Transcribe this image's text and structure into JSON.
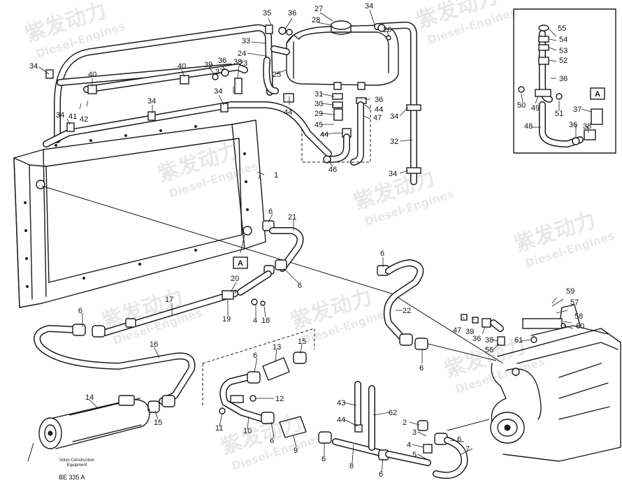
{
  "callouts": [
    "1",
    "2",
    "3",
    "4",
    "5",
    "6",
    "7",
    "8",
    "9",
    "10",
    "11",
    "12",
    "13",
    "14",
    "15",
    "16",
    "17",
    "18",
    "19",
    "20",
    "21",
    "22",
    "23",
    "24",
    "25",
    "26",
    "27",
    "28",
    "29",
    "30",
    "31",
    "32",
    "33",
    "34",
    "35",
    "36",
    "37",
    "38",
    "39",
    "40",
    "41",
    "42",
    "43",
    "44",
    "45",
    "46",
    "47",
    "48",
    "49",
    "50",
    "51",
    "52",
    "53",
    "54",
    "55",
    "56",
    "57",
    "58",
    "59",
    "60",
    "61",
    "62"
  ],
  "detail_marker": "A",
  "manufacturer_line1": "Volvo Construction",
  "manufacturer_line2": "Equipment",
  "drawing_number": "BE 335 A",
  "watermark_cn": "紫发动力",
  "watermark_en": "Diesel-Engines"
}
